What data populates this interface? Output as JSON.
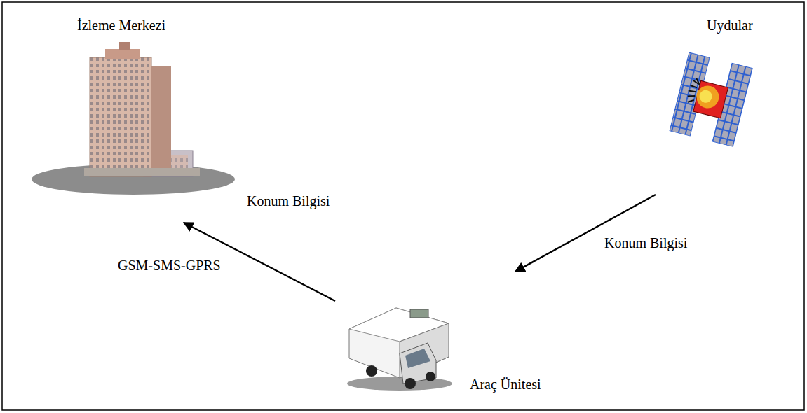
{
  "diagram": {
    "nodes": [
      {
        "text": [
          "İzleme Merkezi"
        ]
      },
      {
        "text": [
          "Uydular"
        ]
      },
      {
        "text": [
          "Araç Ünitesi"
        ]
      }
    ],
    "edges": [
      {
        "from": 1,
        "to": 2,
        "label": "Konum Bilgisi",
        "arrow": "to"
      },
      {
        "from": 2,
        "to": 0,
        "label": "Konum Bilgisi",
        "arrow": "to"
      }
    ],
    "labels": [
      "GSM-SMS-GPRS"
    ]
  }
}
